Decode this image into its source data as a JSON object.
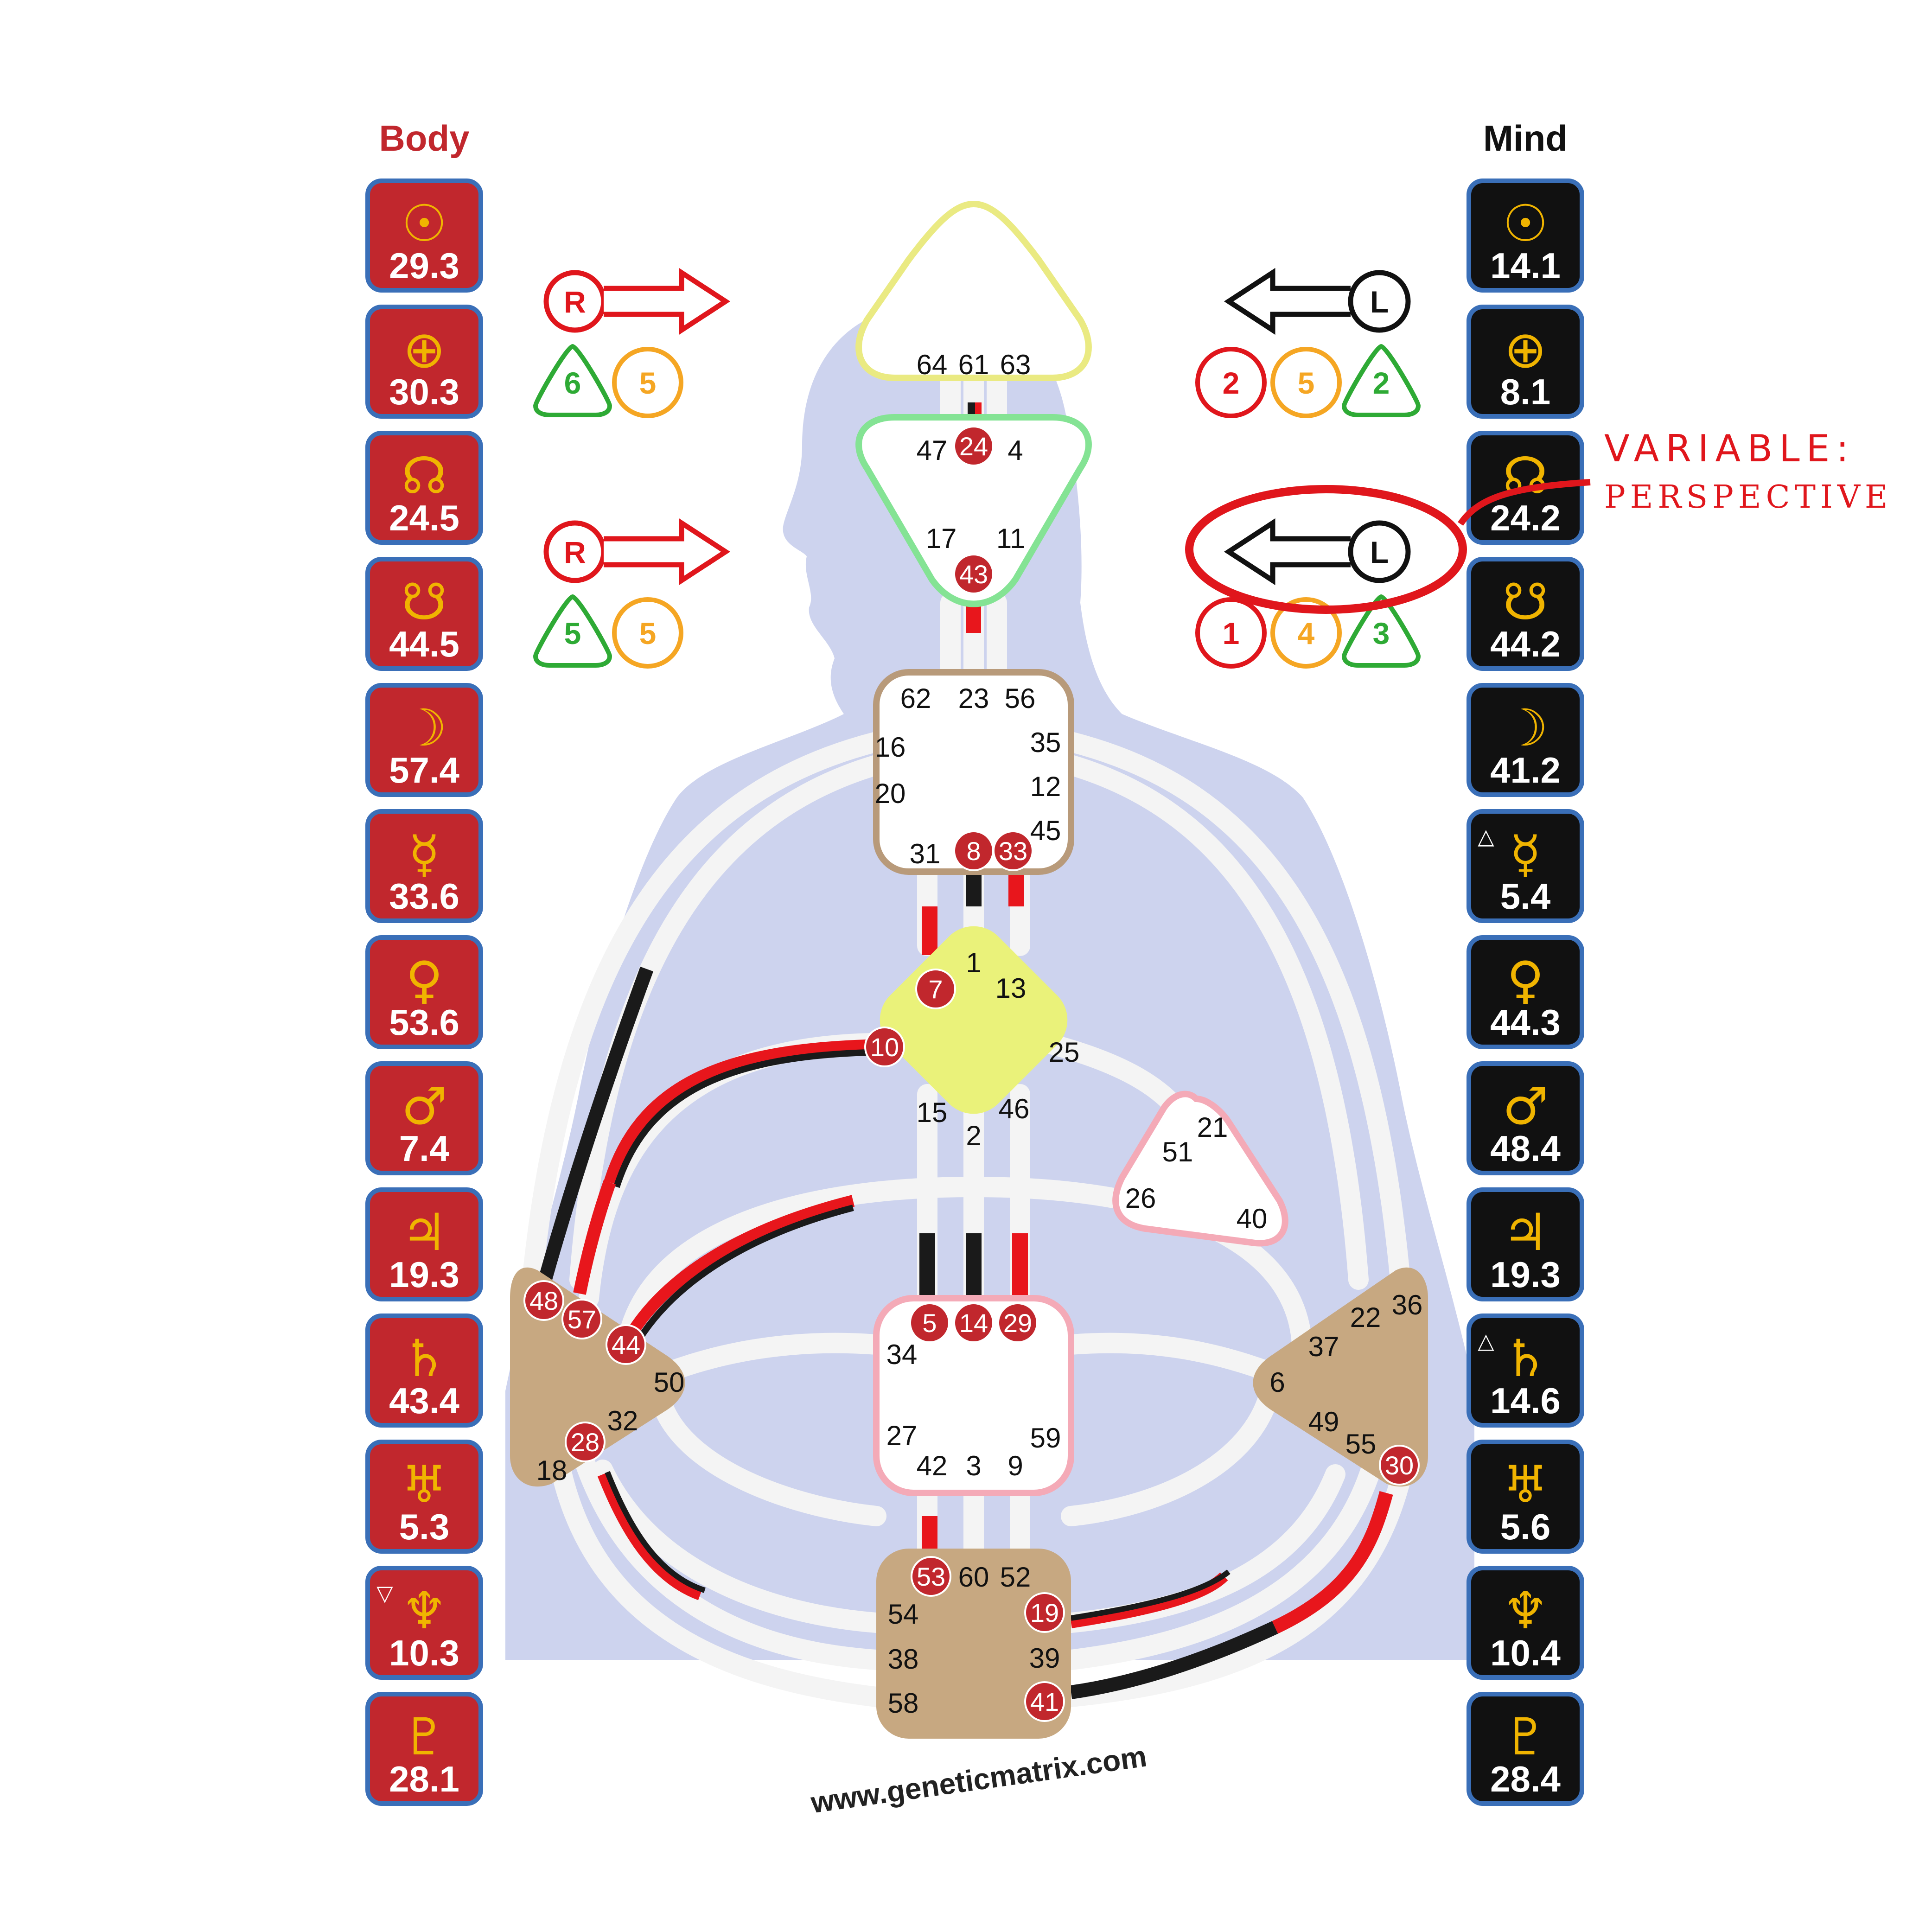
{
  "body_column": {
    "heading": "Body",
    "color": "#c1272d",
    "planets": [
      {
        "icon": "sun-icon",
        "glyph": "☉",
        "value": "29.3",
        "marker": ""
      },
      {
        "icon": "earth-icon",
        "glyph": "⊕",
        "value": "30.3",
        "marker": ""
      },
      {
        "icon": "north-node-icon",
        "glyph": "☊",
        "value": "24.5",
        "marker": ""
      },
      {
        "icon": "south-node-icon",
        "glyph": "☋",
        "value": "44.5",
        "marker": ""
      },
      {
        "icon": "moon-icon",
        "glyph": "☽",
        "value": "57.4",
        "marker": ""
      },
      {
        "icon": "mercury-icon",
        "glyph": "☿",
        "value": "33.6",
        "marker": ""
      },
      {
        "icon": "venus-icon",
        "glyph": "♀",
        "value": "53.6",
        "marker": ""
      },
      {
        "icon": "mars-icon",
        "glyph": "♂",
        "value": "7.4",
        "marker": ""
      },
      {
        "icon": "jupiter-icon",
        "glyph": "♃",
        "value": "19.3",
        "marker": ""
      },
      {
        "icon": "saturn-icon",
        "glyph": "♄",
        "value": "43.4",
        "marker": ""
      },
      {
        "icon": "uranus-icon",
        "glyph": "♅",
        "value": "5.3",
        "marker": ""
      },
      {
        "icon": "neptune-icon",
        "glyph": "♆",
        "value": "10.3",
        "marker": "▽"
      },
      {
        "icon": "pluto-icon",
        "glyph": "♇",
        "value": "28.1",
        "marker": ""
      }
    ]
  },
  "mind_column": {
    "heading": "Mind",
    "color": "#111111",
    "planets": [
      {
        "icon": "sun-icon",
        "glyph": "☉",
        "value": "14.1",
        "marker": ""
      },
      {
        "icon": "earth-icon",
        "glyph": "⊕",
        "value": "8.1",
        "marker": ""
      },
      {
        "icon": "north-node-icon",
        "glyph": "☊",
        "value": "24.2",
        "marker": ""
      },
      {
        "icon": "south-node-icon",
        "glyph": "☋",
        "value": "44.2",
        "marker": ""
      },
      {
        "icon": "moon-icon",
        "glyph": "☽",
        "value": "41.2",
        "marker": ""
      },
      {
        "icon": "mercury-icon",
        "glyph": "☿",
        "value": "5.4",
        "marker": "△"
      },
      {
        "icon": "venus-icon",
        "glyph": "♀",
        "value": "44.3",
        "marker": ""
      },
      {
        "icon": "mars-icon",
        "glyph": "♂",
        "value": "48.4",
        "marker": ""
      },
      {
        "icon": "jupiter-icon",
        "glyph": "♃",
        "value": "19.3",
        "marker": ""
      },
      {
        "icon": "saturn-icon",
        "glyph": "♄",
        "value": "14.6",
        "marker": "△"
      },
      {
        "icon": "uranus-icon",
        "glyph": "♅",
        "value": "5.6",
        "marker": ""
      },
      {
        "icon": "neptune-icon",
        "glyph": "♆",
        "value": "10.4",
        "marker": ""
      },
      {
        "icon": "pluto-icon",
        "glyph": "♇",
        "value": "28.4",
        "marker": ""
      }
    ]
  },
  "variables": {
    "top_left": {
      "letter": "R",
      "arrow": "right",
      "digits": [
        {
          "shape": "triangle",
          "value": "6",
          "color": "#2eaa35"
        },
        {
          "shape": "circle",
          "value": "5",
          "color": "#f5a623"
        }
      ]
    },
    "bottom_left": {
      "letter": "R",
      "arrow": "right",
      "digits": [
        {
          "shape": "triangle",
          "value": "5",
          "color": "#2eaa35"
        },
        {
          "shape": "circle",
          "value": "5",
          "color": "#f5a623"
        }
      ]
    },
    "top_right": {
      "letter": "L",
      "arrow": "left",
      "digits": [
        {
          "shape": "circle",
          "value": "2",
          "color": "#e0161c"
        },
        {
          "shape": "circle",
          "value": "5",
          "color": "#f5a623"
        },
        {
          "shape": "triangle",
          "value": "2",
          "color": "#2eaa35"
        }
      ]
    },
    "bottom_right": {
      "letter": "L",
      "arrow": "left",
      "digits": [
        {
          "shape": "circle",
          "value": "1",
          "color": "#e0161c"
        },
        {
          "shape": "circle",
          "value": "4",
          "color": "#f5a623"
        },
        {
          "shape": "triangle",
          "value": "3",
          "color": "#2eaa35"
        }
      ]
    }
  },
  "annotation": {
    "line1": "VARIABLE:",
    "line2": "PERSPECTIVE",
    "color": "#e0161c"
  },
  "centers": {
    "head": {
      "gates": [
        "64",
        "61",
        "63"
      ]
    },
    "ajna": {
      "gates": [
        "47",
        "4",
        "17",
        "11"
      ],
      "active": [
        "24",
        "43"
      ]
    },
    "throat": {
      "gates": [
        "62",
        "23",
        "56",
        "16",
        "35",
        "20",
        "12",
        "45",
        "31"
      ],
      "active": [
        "8",
        "33"
      ]
    },
    "g": {
      "gates": [
        "1",
        "13",
        "25",
        "15",
        "46",
        "2"
      ],
      "active": [
        "7",
        "10"
      ]
    },
    "heart": {
      "gates": [
        "21",
        "51",
        "26",
        "40"
      ]
    },
    "sacral": {
      "gates": [
        "34",
        "27",
        "59",
        "42",
        "3",
        "9"
      ],
      "active": [
        "5",
        "14",
        "29"
      ]
    },
    "spleen": {
      "gates": [
        "50",
        "32",
        "18"
      ],
      "active": [
        "48",
        "57",
        "44",
        "28"
      ]
    },
    "solar_plexus": {
      "gates": [
        "36",
        "22",
        "37",
        "6",
        "49",
        "55"
      ],
      "active": [
        "30"
      ]
    },
    "root": {
      "gates": [
        "60",
        "52",
        "54",
        "38",
        "39",
        "58"
      ],
      "active": [
        "53",
        "19",
        "41"
      ]
    }
  },
  "colors": {
    "silhouette": "#cdd3ee",
    "conscious": "#1a1a1a",
    "unconscious": "#e8161c",
    "channel": "#f4f4f4",
    "defined_center": "#c7a881",
    "gate_dot": "#c1272d"
  },
  "watermark": "www.geneticmatrix.com"
}
